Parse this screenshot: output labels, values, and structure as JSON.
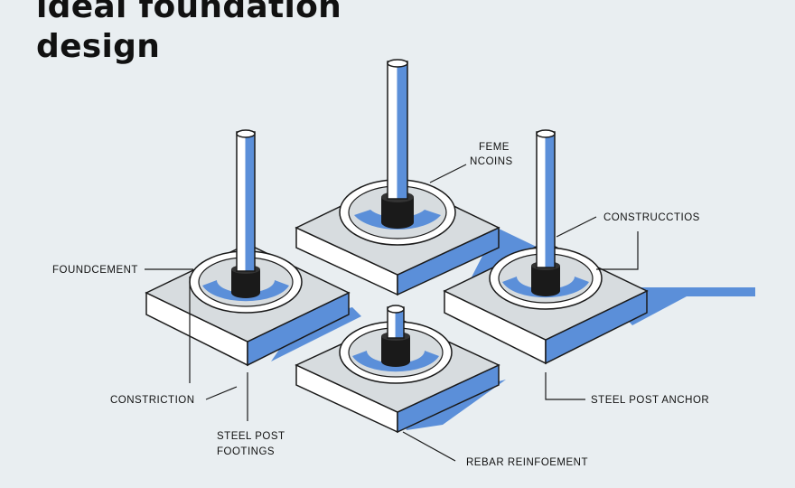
{
  "title": {
    "line1": "ideal foundation",
    "line2": "design"
  },
  "labels": {
    "feme": "FEME",
    "ncoins": "NCOINS",
    "constructcios": "CONSTRUCCTIOS",
    "foundcement": "FOUNDCEMENT",
    "constriction": "CONSTRICTION",
    "steel_post_footings_1": "STEEL POST",
    "steel_post_footings_2": "FOOTINGS",
    "steel_post_anchor": "STEEL POST ANCHOR",
    "rebar": "REBAR REINFOEMENT"
  },
  "colors": {
    "background": "#e9eef1",
    "accent_blue": "#5b8fd9",
    "slab_top": "#d7dcdf",
    "outline": "#1a1a1a"
  }
}
